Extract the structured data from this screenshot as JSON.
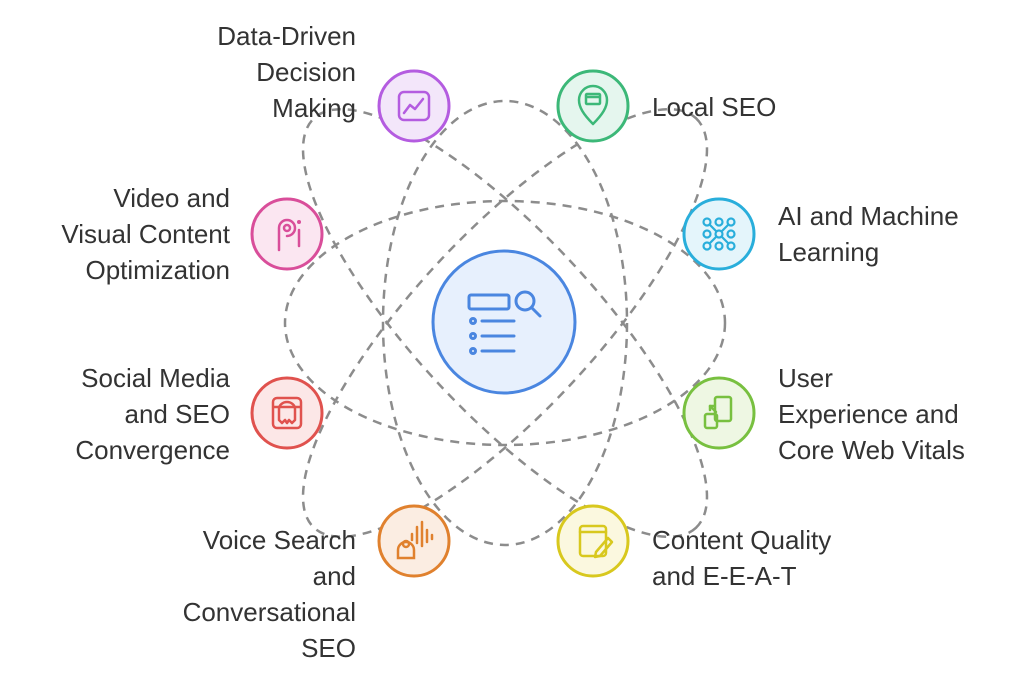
{
  "center": {
    "icon": "search-list-icon",
    "fill": "#E7F0FD",
    "stroke": "#4A86E0"
  },
  "nodes": [
    {
      "id": "data-driven",
      "lines": [
        "Data-Driven",
        "Decision",
        "Making"
      ],
      "icon": "line-chart-icon",
      "fill": "#F3E6FA",
      "stroke": "#B45CE0"
    },
    {
      "id": "local-seo",
      "lines": [
        "Local SEO"
      ],
      "icon": "location-pin-icon",
      "fill": "#E5F6EE",
      "stroke": "#3CB878"
    },
    {
      "id": "video-visual",
      "lines": [
        "Video and",
        "Visual Content",
        "Optimization"
      ],
      "icon": "picsart-logo-icon",
      "fill": "#FBE6F1",
      "stroke": "#D94E9A"
    },
    {
      "id": "ai-ml",
      "lines": [
        "AI and Machine",
        "Learning"
      ],
      "icon": "network-nodes-icon",
      "fill": "#E4F5FB",
      "stroke": "#29AEDB"
    },
    {
      "id": "social-media",
      "lines": [
        "Social Media",
        "and SEO",
        "Convergence"
      ],
      "icon": "snapchat-ghost-icon",
      "fill": "#FCE7E7",
      "stroke": "#E0524E"
    },
    {
      "id": "user-experience",
      "lines": [
        "User",
        "Experience and",
        "Core Web Vitals"
      ],
      "icon": "responsive-devices-icon",
      "fill": "#EEF7E3",
      "stroke": "#78C040"
    },
    {
      "id": "voice-search",
      "lines": [
        "Voice Search",
        "and",
        "Conversational",
        "SEO"
      ],
      "icon": "voice-assistant-icon",
      "fill": "#FBEDE2",
      "stroke": "#E0812E"
    },
    {
      "id": "content-quality",
      "lines": [
        "Content Quality",
        "and E-E-A-T"
      ],
      "icon": "document-edit-icon",
      "fill": "#FBF8DF",
      "stroke": "#D8C81E"
    }
  ]
}
